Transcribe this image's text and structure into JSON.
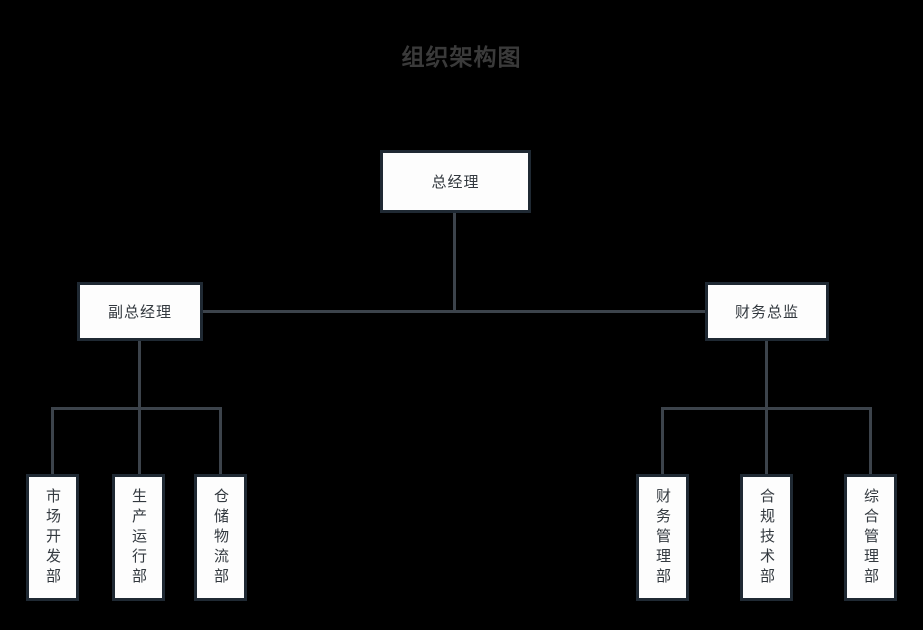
{
  "title": "组织架构图",
  "colors": {
    "background": "#000000",
    "node_fill": "#fdfdfd",
    "node_border": "#1f2933",
    "connector": "#3c434b",
    "title_text": "#3a3a3a",
    "node_text": "#33393f"
  },
  "chart_data": {
    "type": "tree",
    "title": "组织架构图",
    "orientation": "top-down",
    "levels": 3,
    "nodes": [
      {
        "id": "gm",
        "label": "总经理",
        "level": 0,
        "parent": null,
        "orientation": "horizontal"
      },
      {
        "id": "dgm",
        "label": "副总经理",
        "level": 1,
        "parent": "gm",
        "orientation": "horizontal"
      },
      {
        "id": "cfo",
        "label": "财务总监",
        "level": 1,
        "parent": "gm",
        "orientation": "horizontal"
      },
      {
        "id": "market",
        "label": "市场开发部",
        "level": 2,
        "parent": "dgm",
        "orientation": "vertical"
      },
      {
        "id": "prod",
        "label": "生产运行部",
        "level": 2,
        "parent": "dgm",
        "orientation": "vertical"
      },
      {
        "id": "logistics",
        "label": "仓储物流部",
        "level": 2,
        "parent": "dgm",
        "orientation": "vertical"
      },
      {
        "id": "finance",
        "label": "财务管理部",
        "level": 2,
        "parent": "cfo",
        "orientation": "vertical"
      },
      {
        "id": "compliance",
        "label": "合规技术部",
        "level": 2,
        "parent": "cfo",
        "orientation": "vertical"
      },
      {
        "id": "general",
        "label": "综合管理部",
        "level": 2,
        "parent": "cfo",
        "orientation": "vertical"
      }
    ],
    "edges": [
      {
        "from": "gm",
        "to": "dgm"
      },
      {
        "from": "gm",
        "to": "cfo"
      },
      {
        "from": "dgm",
        "to": "market"
      },
      {
        "from": "dgm",
        "to": "prod"
      },
      {
        "from": "dgm",
        "to": "logistics"
      },
      {
        "from": "cfo",
        "to": "finance"
      },
      {
        "from": "cfo",
        "to": "compliance"
      },
      {
        "from": "cfo",
        "to": "general"
      }
    ]
  }
}
